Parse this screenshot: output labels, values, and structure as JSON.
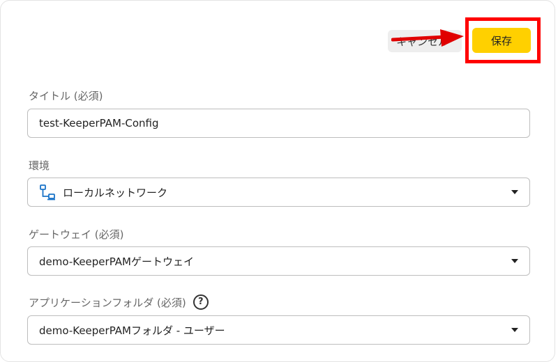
{
  "toolbar": {
    "cancel_label": "キャンセル",
    "save_label": "保存"
  },
  "form": {
    "title": {
      "label": "タイトル (必須)",
      "value": "test-KeeperPAM-Config"
    },
    "environment": {
      "label": "環境",
      "selected": "ローカルネットワーク",
      "icon": "network-icon"
    },
    "gateway": {
      "label": "ゲートウェイ (必須)",
      "selected": "demo-KeeperPAMゲートウェイ"
    },
    "app_folder": {
      "label": "アプリケーションフォルダ (必須)",
      "help_icon": "?",
      "selected": "demo-KeeperPAMフォルダ - ユーザー"
    }
  },
  "colors": {
    "save_bg": "#ffd000",
    "highlight": "#ff0000",
    "accent_icon": "#1a73c8"
  }
}
